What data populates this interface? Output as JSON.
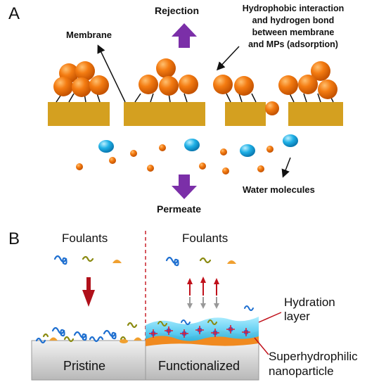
{
  "panel_a": {
    "letter": "A",
    "rejection": "Rejection",
    "membrane": "Membrane",
    "interaction_line1": "Hydrophobic interaction",
    "interaction_line2": "and hydrogen bond",
    "interaction_line3": "between membrane",
    "interaction_line4": "and MPs (adsorption)",
    "water_molecules": "Water molecules",
    "permeate": "Permeate",
    "colors": {
      "membrane": "#d4a020",
      "particle": "#f07a10",
      "water": "#29b6e8",
      "arrow": "#7b2fa8"
    }
  },
  "panel_b": {
    "letter": "B",
    "foulants_left": "Foulants",
    "foulants_right": "Foulants",
    "pristine": "Pristine",
    "functionalized": "Functionalized",
    "hydration_line1": "Hydration",
    "hydration_line2": "layer",
    "superhydrophilic_line1": "Superhydrophilic",
    "superhydrophilic_line2": "nanoparticle",
    "colors": {
      "down_arrow": "#b0101a",
      "up_arrow": "#c0101a",
      "divider": "#c8202a",
      "hydration": "#4fd0f0"
    }
  }
}
